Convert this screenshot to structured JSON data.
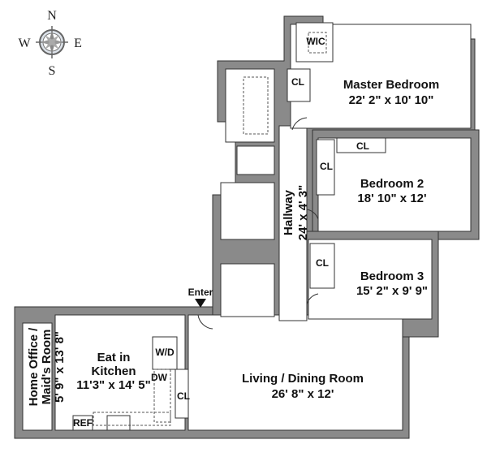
{
  "compass": {
    "north": "N",
    "south": "S",
    "east": "E",
    "west": "W"
  },
  "entry": {
    "label": "Enter"
  },
  "rooms": {
    "master_bedroom": {
      "name": "Master Bedroom",
      "dims": "22' 2\" x 10' 10\""
    },
    "bedroom2": {
      "name": "Bedroom 2",
      "dims": "18' 10\" x 12'"
    },
    "bedroom3": {
      "name": "Bedroom 3",
      "dims": "15' 2\" x 9' 9\""
    },
    "hallway": {
      "name": "Hallway",
      "dims": "24' x 4' 3\""
    },
    "living": {
      "name": "Living / Dining Room",
      "dims": "26' 8\" x 12'"
    },
    "kitchen": {
      "name_line1": "Eat in",
      "name_line2": "Kitchen",
      "dims": "11'3\" x 14' 5\""
    },
    "home_office": {
      "name_line1": "Home Office /",
      "name_line2": "Maid's Room",
      "dims": "5' 9\" x 13' 8\""
    }
  },
  "fixtures": {
    "wic": "WIC",
    "closet": "CL",
    "washer_dryer": "W/D",
    "dishwasher": "DW",
    "refrigerator": "REF"
  }
}
